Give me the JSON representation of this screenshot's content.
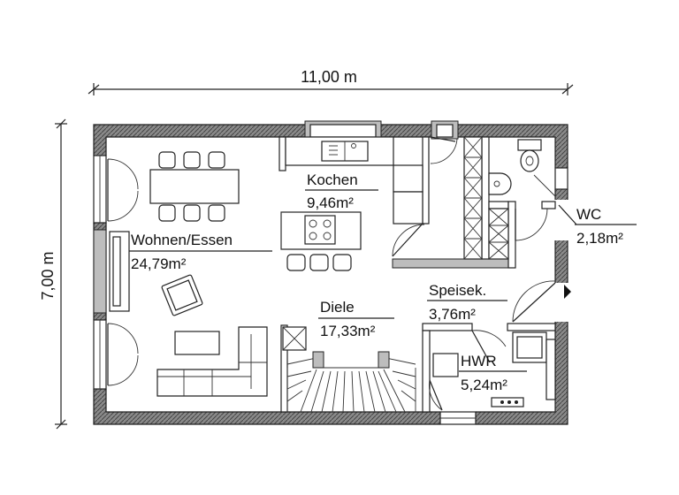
{
  "dimensions": {
    "width": "11,00 m",
    "height": "7,00 m"
  },
  "rooms": {
    "kochen": {
      "name": "Kochen",
      "area": "9,46m²"
    },
    "wohnen": {
      "name": "Wohnen/Essen",
      "area": "24,79m²"
    },
    "wc": {
      "name": "WC",
      "area": "2,18m²"
    },
    "speisek": {
      "name": "Speisek.",
      "area": "3,76m²"
    },
    "diele": {
      "name": "Diele",
      "area": "17,33m²"
    },
    "hwr": {
      "name": "HWR",
      "area": "5,24m²"
    }
  }
}
